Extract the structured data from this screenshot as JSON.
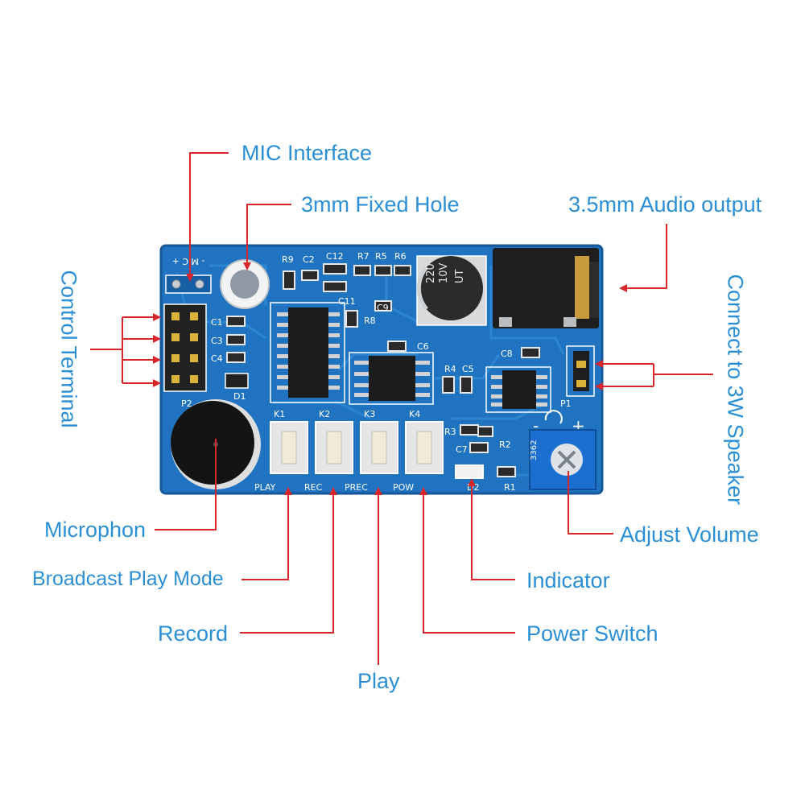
{
  "labels": {
    "mic_interface": "MIC Interface",
    "fixed_hole": "3mm Fixed Hole",
    "audio_output": "3.5mm Audio output",
    "control_terminal": "Control Terminal",
    "speaker": "Connect to 3W Speaker",
    "microphone": "Microphon",
    "broadcast": "Broadcast Play Mode",
    "record": "Record",
    "play": "Play",
    "indicator": "Indicator",
    "power_switch": "Power Switch",
    "adjust_volume": "Adjust Volume"
  },
  "board": {
    "silk": {
      "mic": "- MIC +",
      "r9": "R9",
      "c2": "C2",
      "c12": "C12",
      "r7": "R7",
      "r5": "R5",
      "r6": "R6",
      "c11": "C11",
      "c9": "C9",
      "r8": "R8",
      "c1": "C1",
      "c3": "C3",
      "c4": "C4",
      "c6": "C6",
      "c8": "C8",
      "r4": "R4",
      "c5": "C5",
      "d1": "D1",
      "p2": "P2",
      "p1": "P1",
      "k1": "K1",
      "k2": "K2",
      "k3": "K3",
      "k4": "K4",
      "r3": "R3",
      "c7": "C7",
      "r2": "R2",
      "r1": "R1",
      "d2": "D2",
      "minus": "-",
      "plus": "+",
      "play": "PLAY",
      "rec": "REC",
      "prec": "PREC",
      "pow": "POW",
      "cap_1": "220",
      "cap_2": "10V",
      "cap_3": "UT",
      "pot": "3362"
    }
  },
  "colors": {
    "board": "#1f73c0",
    "board_dark": "#16579a",
    "trace": "#2c86d0",
    "label": "#2b8fd6",
    "leader": "#d8262b"
  }
}
